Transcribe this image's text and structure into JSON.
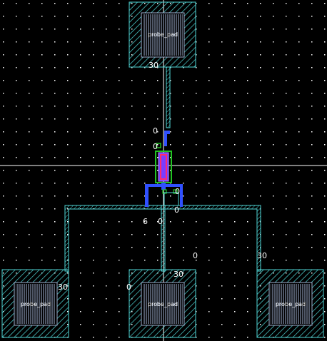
{
  "colors": {
    "background": "#000000",
    "grid_dot": "#ffffff",
    "crosshair": "#ffffff",
    "pad_outline": "#4fd6d6",
    "pad_hatch": "#4fd6d6",
    "pad_inner": "#9fb0d0",
    "wire": "#4fd6d6",
    "poly": "#3050ff",
    "active": "#7a3cff",
    "implant": "#22c322",
    "contact": "#ff2a6d",
    "text": "#ffffff"
  },
  "pads": [
    {
      "label": "probe_pad"
    },
    {
      "label": "probe_pad"
    },
    {
      "label": "probe_pad"
    },
    {
      "label": "probe_pad"
    }
  ],
  "annotations": [
    {
      "text": "30"
    },
    {
      "text": "0"
    },
    {
      "text": "0"
    },
    {
      "text": "0"
    },
    {
      "text": "0"
    },
    {
      "text": "6"
    },
    {
      "text": "0"
    },
    {
      "text": "0"
    },
    {
      "text": "30"
    },
    {
      "text": "30"
    },
    {
      "text": "30"
    },
    {
      "text": "0"
    }
  ]
}
